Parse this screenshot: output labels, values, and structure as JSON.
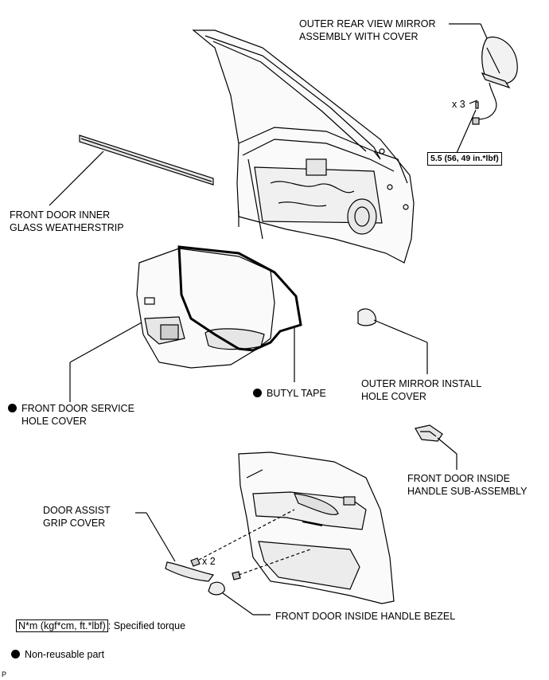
{
  "labels": {
    "mirror_line1": "OUTER REAR VIEW MIRROR",
    "mirror_line2": "ASSEMBLY WITH COVER",
    "weatherstrip_line1": "FRONT DOOR INNER",
    "weatherstrip_line2": "GLASS WEATHERSTRIP",
    "service_cover_line1": "FRONT DOOR SERVICE",
    "service_cover_line2": "HOLE COVER",
    "butyl_tape": "BUTYL TAPE",
    "install_cover_line1": "OUTER MIRROR INSTALL",
    "install_cover_line2": "HOLE COVER",
    "inside_handle_line1": "FRONT DOOR INSIDE",
    "inside_handle_line2": "HANDLE SUB-ASSEMBLY",
    "assist_grip_line1": "DOOR ASSIST",
    "assist_grip_line2": "GRIP COVER",
    "bezel": "FRONT DOOR INSIDE HANDLE BEZEL"
  },
  "quantities": {
    "mirror_bolts": "x 3",
    "grip_screws": "x 2"
  },
  "torque": {
    "mirror_nut": "5.5 (56, 49 in.*lbf)"
  },
  "legend": {
    "torque_unit": "N*m (kgf*cm, ft.*lbf)",
    "torque_text": ": Specified torque",
    "non_reusable": "Non-reusable part"
  },
  "corner_mark": "P"
}
